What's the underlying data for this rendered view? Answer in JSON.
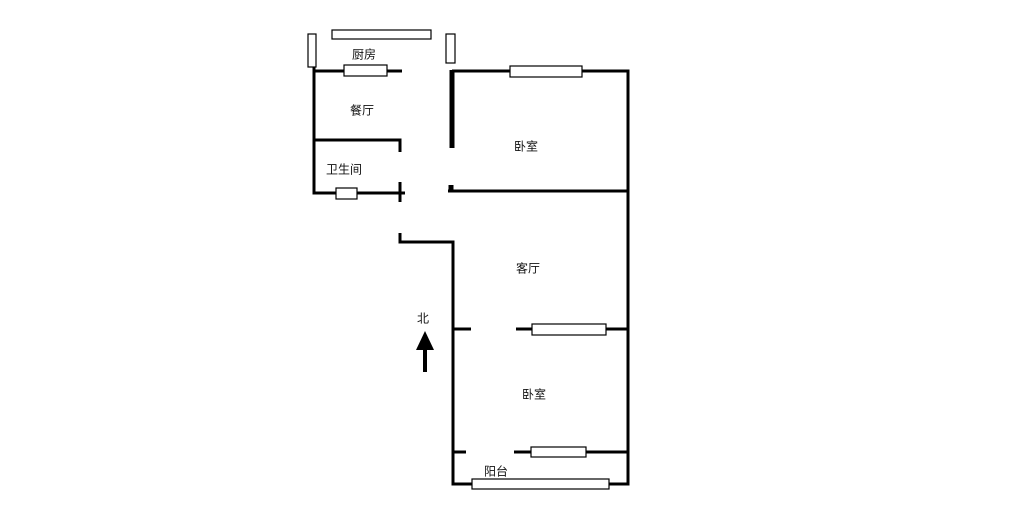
{
  "rooms": {
    "kitchen": "厨房",
    "dining": "餐厅",
    "bathroom": "卫生间",
    "bedroom_north": "卧室",
    "living_room": "客厅",
    "bedroom_south": "卧室",
    "balcony": "阳台"
  },
  "compass": {
    "label": "北",
    "icon": "north-arrow-icon"
  }
}
